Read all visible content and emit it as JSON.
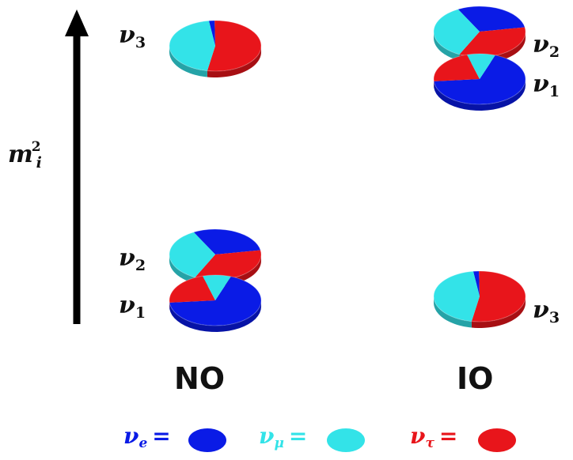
{
  "axis": {
    "label_main": "m",
    "label_sup": "2",
    "label_sub": "i"
  },
  "orderings": {
    "normal": {
      "title": "NO",
      "states": {
        "nu3": {
          "symbol": "ν",
          "index": "3"
        },
        "nu2": {
          "symbol": "ν",
          "index": "2"
        },
        "nu1": {
          "symbol": "ν",
          "index": "1"
        }
      }
    },
    "inverted": {
      "title": "IO",
      "states": {
        "nu2": {
          "symbol": "ν",
          "index": "2"
        },
        "nu1": {
          "symbol": "ν",
          "index": "1"
        },
        "nu3": {
          "symbol": "ν",
          "index": "3"
        }
      }
    }
  },
  "flavor_fractions": {
    "nu1": {
      "e": 0.68,
      "mu": 0.1,
      "tau": 0.22
    },
    "nu2": {
      "e": 0.3,
      "mu": 0.35,
      "tau": 0.35
    },
    "nu3": {
      "e": 0.02,
      "mu": 0.45,
      "tau": 0.53
    }
  },
  "legend": {
    "e": {
      "symbol": "ν",
      "sub": "e",
      "eq": "=",
      "color": "#0a1be6"
    },
    "mu": {
      "symbol": "ν",
      "sub": "μ",
      "eq": "=",
      "color": "#33e3e8"
    },
    "tau": {
      "symbol": "ν",
      "sub": "τ",
      "eq": "=",
      "color": "#e8151b"
    }
  },
  "colors": {
    "e": "#0a1be6",
    "mu": "#33e3e8",
    "tau": "#e8151b",
    "arrow": "#000000"
  }
}
